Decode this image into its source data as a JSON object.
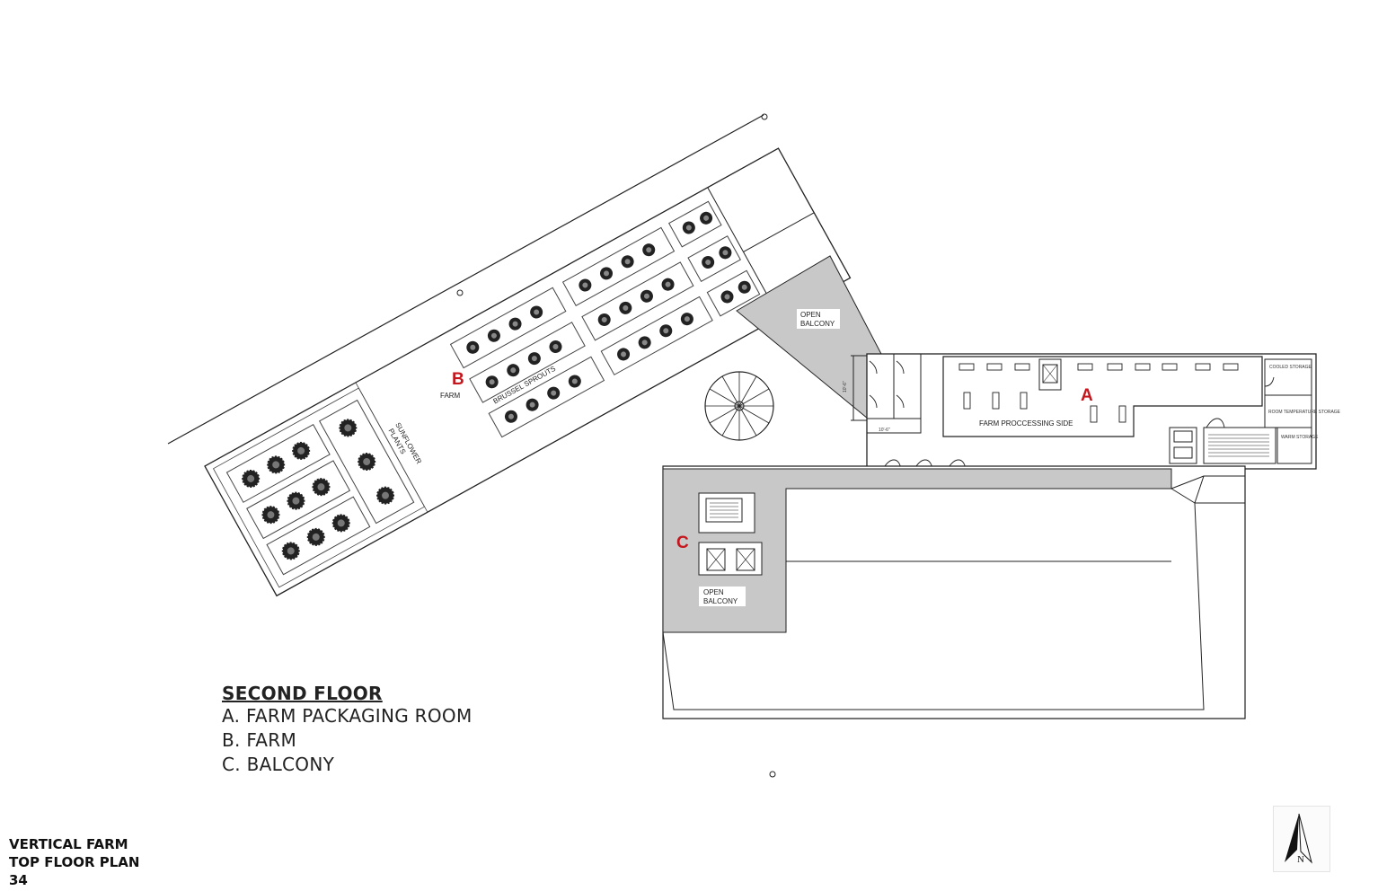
{
  "plan": {
    "label_a": "A",
    "label_b": "B",
    "label_c": "C",
    "farm_caption": "FARM",
    "brussel_sprouts": "BRUSSEL SPROUTS",
    "sunflower_plants_1": "SUNFLOWER",
    "sunflower_plants_2": "PLANTS",
    "open_balcony_top_1": "OPEN",
    "open_balcony_top_2": "BALCONY",
    "open_balcony_c_1": "OPEN",
    "open_balcony_c_2": "BALCONY",
    "processing_side": "FARM PROCCESSING SIDE",
    "cooled_storage": "COOLED STORAGE",
    "room_temp_storage": "ROOM TEMPERATURE STORAGE",
    "warm_storage": "WARM STORAGE",
    "dim_1": "10'-6\"",
    "dim_2": "10'-6\""
  },
  "legend": {
    "title": "SECOND FLOOR",
    "items": [
      "A. FARM PACKAGING ROOM",
      "B. FARM",
      "C. BALCONY"
    ]
  },
  "footer": {
    "line1": "VERTICAL FARM",
    "line2": "TOP FLOOR PLAN",
    "line3": "34"
  },
  "north_arrow": {
    "icon": "north-arrow-icon"
  },
  "colors": {
    "accent_label": "#c4161c",
    "balcony_fill": "#c8c8c8",
    "line": "#222222"
  }
}
